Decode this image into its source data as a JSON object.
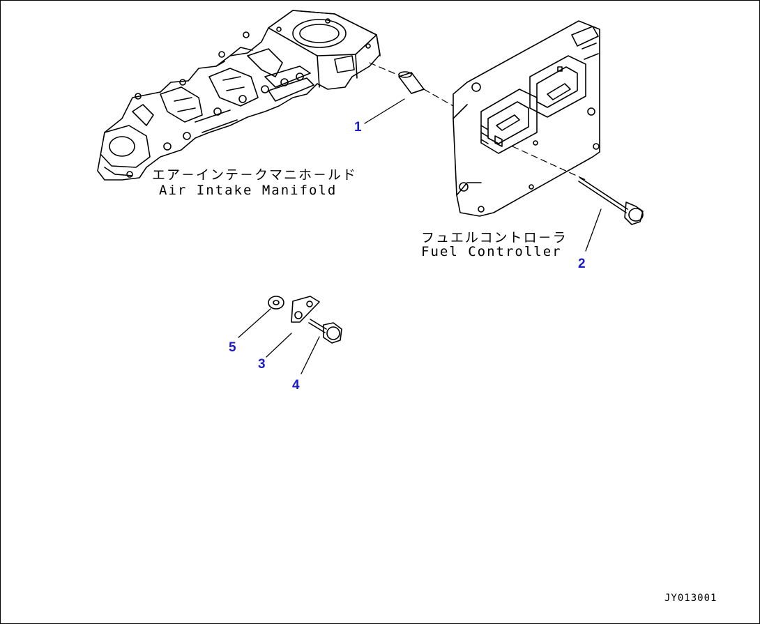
{
  "labels": {
    "manifold_jp": "エア－インテ－クマニホ－ルド",
    "manifold_en": "Air Intake Manifold",
    "controller_jp": "フュエルコントロ－ラ",
    "controller_en": "Fuel Controller"
  },
  "callouts": [
    "1",
    "2",
    "3",
    "4",
    "5"
  ],
  "drawing_code": "JY013001",
  "colors": {
    "line": "#000000",
    "callout": "#1a1acc"
  }
}
